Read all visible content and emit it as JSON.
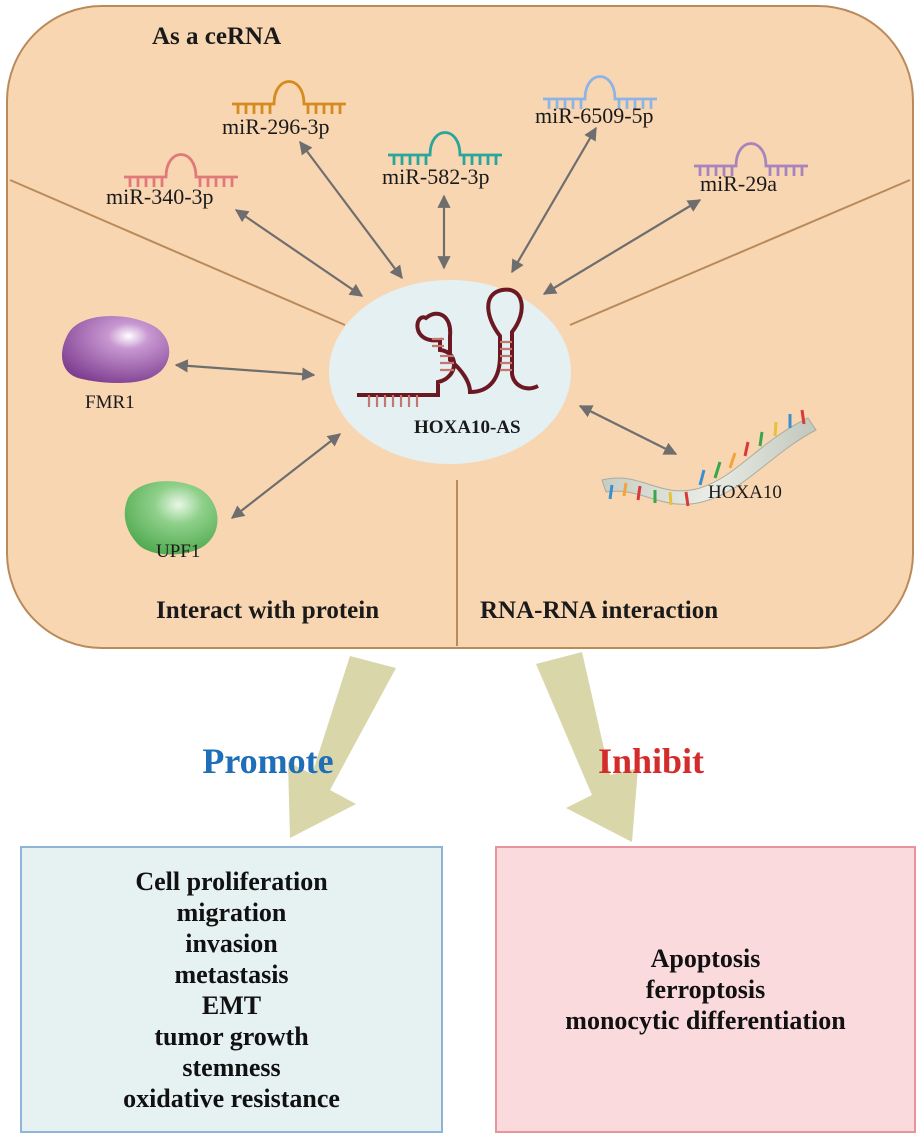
{
  "sections": {
    "cerna": "As a ceRNA",
    "protein": "Interact with protein",
    "rnarna": "RNA-RNA interaction"
  },
  "center": {
    "label": "HOXA10-AS"
  },
  "mirnas": [
    {
      "label": "miR-340-3p",
      "color": "#e07a7a"
    },
    {
      "label": "miR-296-3p",
      "color": "#d68b1e"
    },
    {
      "label": "miR-582-3p",
      "color": "#2aa59b"
    },
    {
      "label": "miR-6509-5p",
      "color": "#8fb4e3"
    },
    {
      "label": "miR-29a",
      "color": "#a884bd"
    }
  ],
  "proteins": [
    {
      "label": "FMR1",
      "color": "#8b4a9c"
    },
    {
      "label": "UPF1",
      "color": "#5bb55b"
    }
  ],
  "rna_target": {
    "label": "HOXA10"
  },
  "effects": {
    "promote": {
      "label": "Promote",
      "color": "#1f6fb8",
      "items": [
        "Cell proliferation",
        "migration",
        "invasion",
        "metastasis",
        "EMT",
        "tumor growth",
        "stemness",
        "oxidative resistance"
      ]
    },
    "inhibit": {
      "label": "Inhibit",
      "color": "#d42b2b",
      "items": [
        "Apoptosis",
        "ferroptosis",
        "monocytic differentiation"
      ]
    }
  }
}
